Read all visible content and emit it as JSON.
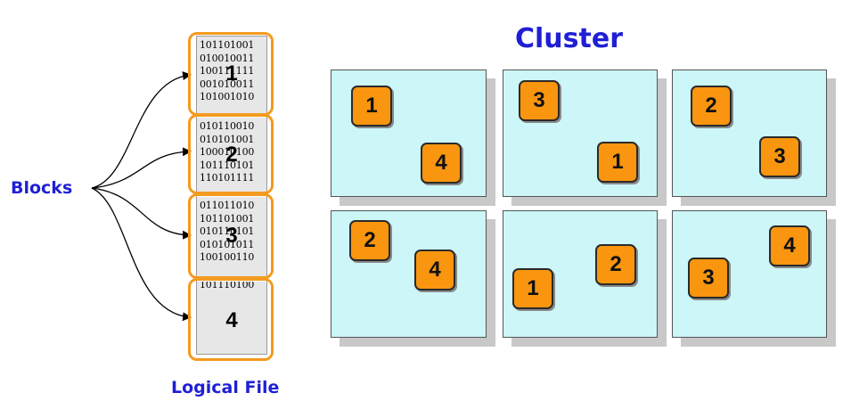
{
  "title": "Cluster",
  "blocks_label": "Blocks",
  "logical_file_label": "Logical File",
  "colors": {
    "accent_text": "#1f1fd6",
    "block_outline": "#f49a1e",
    "node_fill": "#ccf6f8",
    "chip_fill": "#f9950f"
  },
  "file_blocks": [
    {
      "number": "1",
      "bits": "101101001\n010010011\n100111111\n001010011\n101001010"
    },
    {
      "number": "2",
      "bits": "010110010\n010101001\n100010100\n101110101\n110101111"
    },
    {
      "number": "3",
      "bits": "011011010\n101101001\n010110101\n010101011\n100100110"
    },
    {
      "number": "4",
      "bits": "101110100"
    }
  ],
  "nodes": [
    {
      "chips": [
        "1",
        "4"
      ]
    },
    {
      "chips": [
        "3",
        "1"
      ]
    },
    {
      "chips": [
        "2",
        "3"
      ]
    },
    {
      "chips": [
        "2",
        "4"
      ]
    },
    {
      "chips": [
        "1",
        "2"
      ]
    },
    {
      "chips": [
        "3",
        "4"
      ]
    }
  ]
}
